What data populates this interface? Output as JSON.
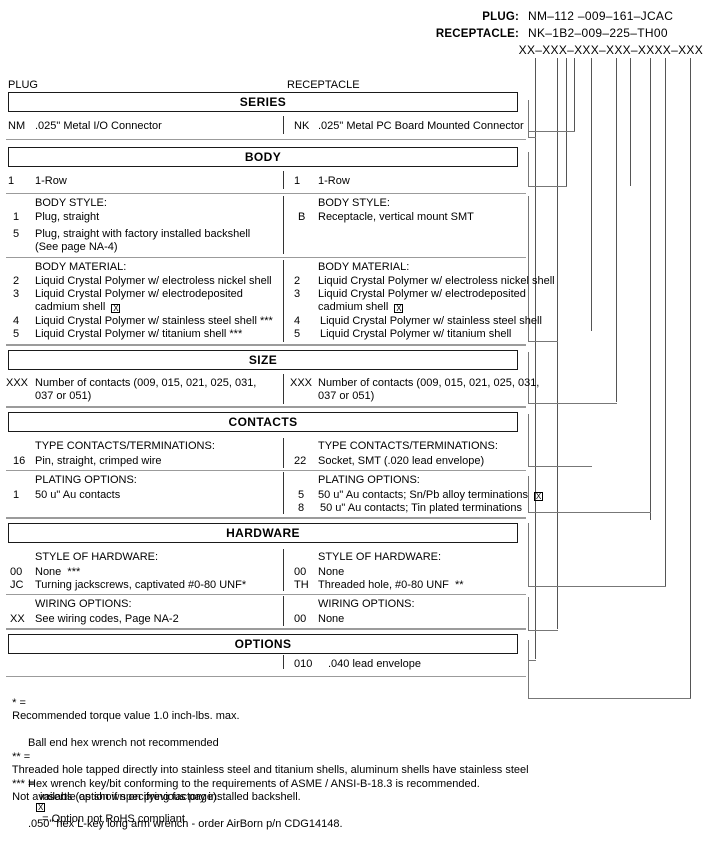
{
  "part_number_header": {
    "rows": [
      {
        "label": "PLUG:",
        "value": "NM–112 –009–161–JCAC"
      },
      {
        "label": "RECEPTACLE:",
        "value": "NK–1B2–009–225–TH00"
      }
    ],
    "pattern": "XX–XXX–XXX–XXX–XXXX–XXX"
  },
  "column_headers": {
    "left": "PLUG",
    "right": "RECEPTACLE"
  },
  "sections": [
    {
      "id": "series",
      "title": "SERIES",
      "left": [
        {
          "group": "",
          "items": [
            {
              "code": "NM",
              "text": ".025\" Metal I/O Connector"
            }
          ]
        }
      ],
      "right": [
        {
          "group": "",
          "items": [
            {
              "code": "NK",
              "text": ".025\" Metal PC Board Mounted Connector"
            }
          ]
        }
      ]
    },
    {
      "id": "body",
      "title": "BODY",
      "left": [
        {
          "group": "",
          "items": [
            {
              "code": "1",
              "text": "1-Row"
            }
          ]
        },
        {
          "group": "BODY STYLE:",
          "items": [
            {
              "code": "1",
              "text": "Plug, straight"
            },
            {
              "code": "5",
              "text": "Plug, straight with factory installed backshell"
            },
            {
              "code": "",
              "text": "(See page NA-4)"
            }
          ]
        },
        {
          "group": "BODY MATERIAL:",
          "items": [
            {
              "code": "2",
              "text": "Liquid Crystal Polymer w/ electroless nickel shell"
            },
            {
              "code": "3",
              "text": "Liquid Crystal Polymer w/ electrodeposited"
            },
            {
              "code": "",
              "text": "cadmium shell",
              "box": true
            },
            {
              "code": "4",
              "text": "Liquid Crystal Polymer w/ stainless steel shell ***"
            },
            {
              "code": "5",
              "text": "Liquid Crystal Polymer w/ titanium shell ***"
            }
          ]
        }
      ],
      "right": [
        {
          "group": "",
          "items": [
            {
              "code": "1",
              "text": "1-Row"
            }
          ]
        },
        {
          "group": "BODY STYLE:",
          "items": [
            {
              "code": "B",
              "text": "Receptacle, vertical mount SMT"
            }
          ]
        },
        {
          "group": "BODY MATERIAL:",
          "items": [
            {
              "code": "2",
              "text": "Liquid Crystal Polymer w/ electroless nickel shell"
            },
            {
              "code": "3",
              "text": "Liquid Crystal Polymer w/ electrodeposited"
            },
            {
              "code": "",
              "text": "cadmium shell",
              "box": true
            },
            {
              "code": "4",
              "text": "Liquid Crystal Polymer w/ stainless steel shell"
            },
            {
              "code": "5",
              "text": "Liquid Crystal Polymer w/ titanium shell"
            }
          ]
        }
      ]
    },
    {
      "id": "size",
      "title": "SIZE",
      "left": [
        {
          "group": "",
          "items": [
            {
              "code": "XXX",
              "text": "Number of contacts (009, 015, 021, 025, 031,"
            },
            {
              "code": "",
              "text": "037 or 051)"
            }
          ]
        }
      ],
      "right": [
        {
          "group": "",
          "items": [
            {
              "code": "XXX",
              "text": "Number of contacts (009, 015, 021, 025, 031,"
            },
            {
              "code": "",
              "text": "037 or 051)"
            }
          ]
        }
      ]
    },
    {
      "id": "contacts",
      "title": "CONTACTS",
      "left": [
        {
          "group": "TYPE CONTACTS/TERMINATIONS:",
          "items": [
            {
              "code": "16",
              "text": "Pin, straight, crimped wire"
            }
          ]
        },
        {
          "group": "PLATING OPTIONS:",
          "items": [
            {
              "code": "1",
              "text": "50 u\" Au contacts"
            }
          ]
        }
      ],
      "right": [
        {
          "group": "TYPE CONTACTS/TERMINATIONS:",
          "items": [
            {
              "code": "22",
              "text": "Socket, SMT (.020 lead envelope)"
            }
          ]
        },
        {
          "group": "PLATING OPTIONS:",
          "items": [
            {
              "code": "5",
              "text": "50 u\" Au contacts; Sn/Pb alloy terminations",
              "box": true
            },
            {
              "code": "8",
              "text": "50 u\" Au contacts; Tin plated terminations"
            }
          ]
        }
      ]
    },
    {
      "id": "hardware",
      "title": "HARDWARE",
      "left": [
        {
          "group": "STYLE OF HARDWARE:",
          "items": [
            {
              "code": "00",
              "text": "None  ***"
            },
            {
              "code": "JC",
              "text": "Turning jackscrews, captivated #0-80 UNF*"
            }
          ]
        },
        {
          "group": "WIRING OPTIONS:",
          "items": [
            {
              "code": "XX",
              "text": "See wiring codes, Page NA-2"
            }
          ]
        }
      ],
      "right": [
        {
          "group": "STYLE OF HARDWARE:",
          "items": [
            {
              "code": "00",
              "text": "None"
            },
            {
              "code": "TH",
              "text": "Threaded hole, #0-80 UNF  **"
            }
          ]
        },
        {
          "group": "WIRING OPTIONS:",
          "items": [
            {
              "code": "00",
              "text": "None"
            }
          ]
        }
      ]
    },
    {
      "id": "options",
      "title": "OPTIONS",
      "left": [],
      "right": [
        {
          "group": "",
          "items": [
            {
              "code": "010",
              "text": ".040 lead envelope"
            }
          ]
        }
      ]
    }
  ],
  "footnotes": [
    {
      "marker": "* =",
      "lines": [
        "Recommended torque value 1.0 inch-lbs. max.",
        "Ball end hex wrench not recommended",
        "Hex wrench key/bit conforming to the requirements of ASME / ANSI-B-18.3 is recommended.",
        ".050\" hex L-key long arm wrench - order AirBorn p/n CDG14148."
      ]
    },
    {
      "marker": "** =",
      "lines": [
        "Threaded hole tapped directly into stainless steel and titanium shells, aluminum shells have stainless steel",
        "inserts (as shown on previous page)."
      ]
    },
    {
      "marker": "*** =",
      "lines": [
        "Not available option if specifying factory installed backshell."
      ]
    }
  ],
  "legend": {
    "symbol": "X",
    "text": "= Option not RoHS compliant"
  }
}
